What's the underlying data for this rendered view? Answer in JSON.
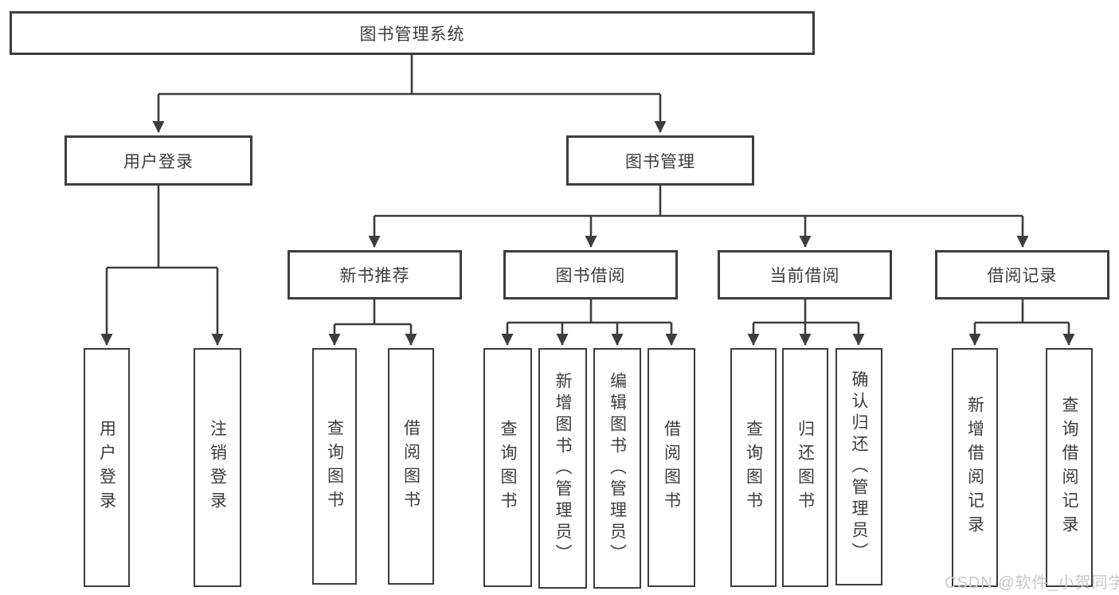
{
  "diagram": {
    "root": {
      "label": "图书管理系统"
    },
    "level2": [
      {
        "label": "用户登录"
      },
      {
        "label": "图书管理"
      }
    ],
    "level3": [
      {
        "label": "新书推荐"
      },
      {
        "label": "图书借阅"
      },
      {
        "label": "当前借阅"
      },
      {
        "label": "借阅记录"
      }
    ],
    "leaves": {
      "user_login": [
        "用户登录",
        "注销登录"
      ],
      "new_book": [
        "查询图书",
        "借阅图书"
      ],
      "book_borrow": [
        "查询图书",
        "新增图书（管理员）",
        "编辑图书（管理员）",
        "借阅图书"
      ],
      "current_borrow": [
        "查询图书",
        "归还图书",
        "确认归还（管理员）"
      ],
      "borrow_record": [
        "新增借阅记录",
        "查询借阅记录"
      ]
    },
    "colors": {
      "line": "#3d3d3d",
      "text": "#3c3c3c",
      "watermark": "#c9c9c9"
    }
  },
  "watermark": {
    "text": "CSDN @软件_小贺同学"
  }
}
